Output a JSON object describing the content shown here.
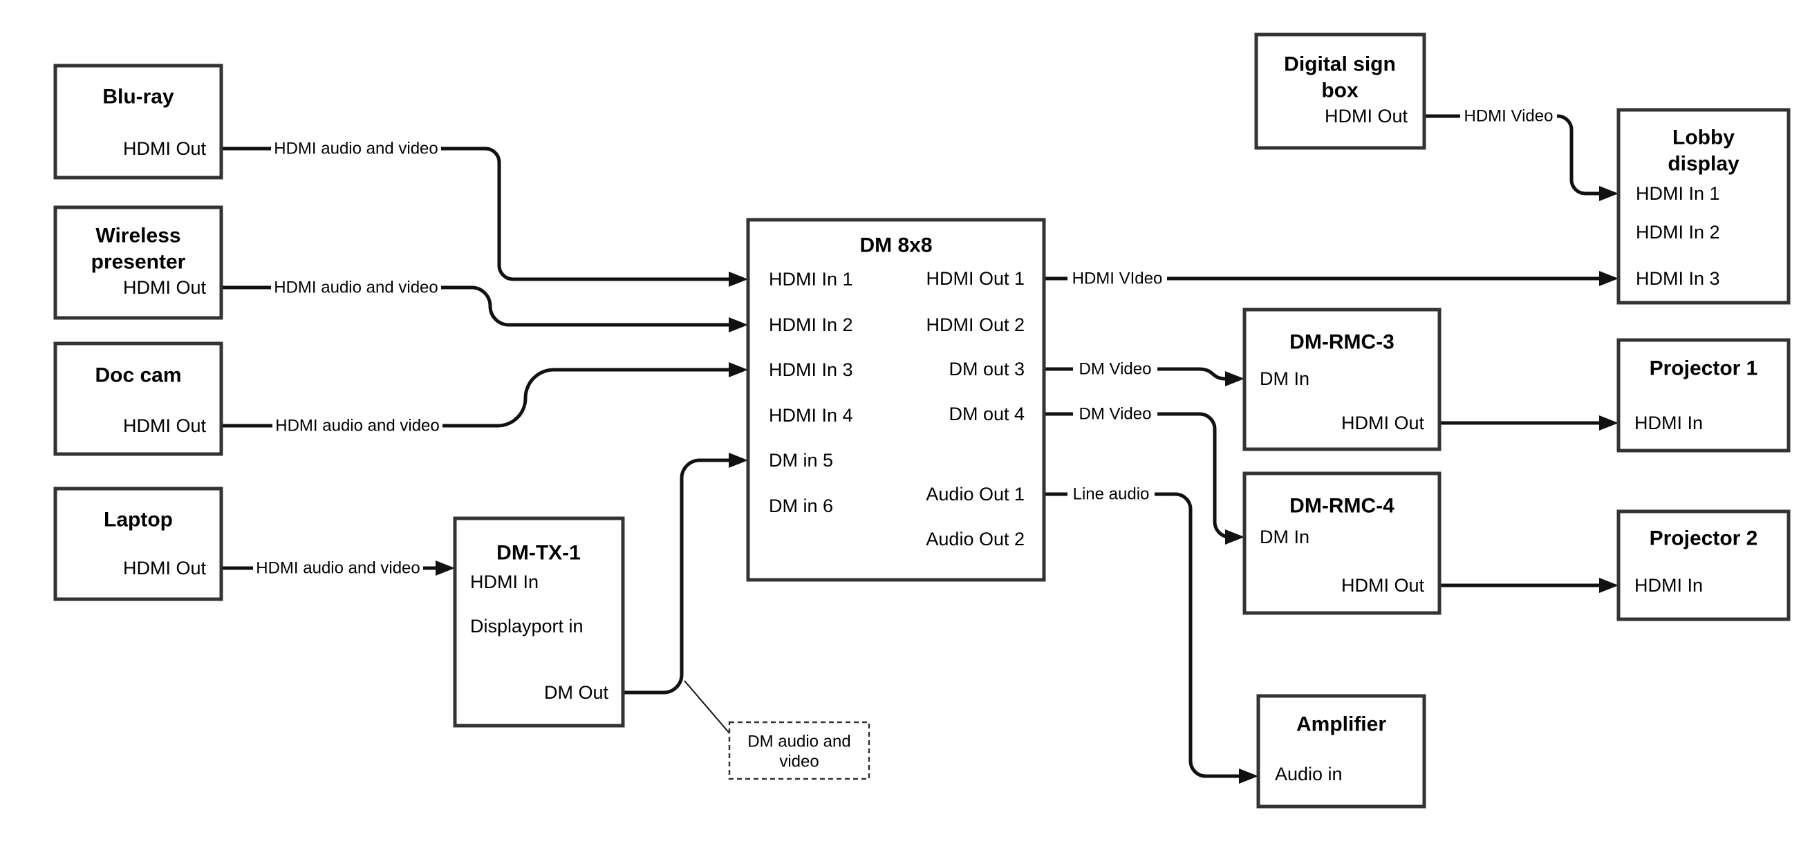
{
  "diagram": {
    "nodes": {
      "bluray": {
        "title": "Blu-ray",
        "port_hdmi_out": "HDMI Out"
      },
      "wireless": {
        "title_line1": "Wireless",
        "title_line2": "presenter",
        "port_hdmi_out": "HDMI Out"
      },
      "doccam": {
        "title": "Doc cam",
        "port_hdmi_out": "HDMI Out"
      },
      "laptop": {
        "title": "Laptop",
        "port_hdmi_out": "HDMI Out"
      },
      "dmtx1": {
        "title": "DM-TX-1",
        "port_hdmi_in": "HDMI In",
        "port_displayport_in": "Displayport in",
        "port_dm_out": "DM Out"
      },
      "dm8x8": {
        "title": "DM 8x8",
        "inputs": [
          "HDMI In 1",
          "HDMI In 2",
          "HDMI In 3",
          "HDMI In 4",
          "DM in 5",
          "DM in 6"
        ],
        "outputs": [
          "HDMI Out 1",
          "HDMI Out 2",
          "DM out 3",
          "DM out 4",
          "Audio Out 1",
          "Audio Out 2"
        ]
      },
      "digital_sign": {
        "title_line1": "Digital sign",
        "title_line2": "box",
        "port_hdmi_out": "HDMI Out"
      },
      "lobby": {
        "title_line1": "Lobby",
        "title_line2": "display",
        "inputs": [
          "HDMI In 1",
          "HDMI In 2",
          "HDMI In 3"
        ]
      },
      "dmrmc3": {
        "title": "DM-RMC-3",
        "port_dm_in": "DM In",
        "port_hdmi_out": "HDMI Out"
      },
      "projector1": {
        "title": "Projector 1",
        "port_hdmi_in": "HDMI In"
      },
      "dmrmc4": {
        "title": "DM-RMC-4",
        "port_dm_in": "DM In",
        "port_hdmi_out": "HDMI Out"
      },
      "projector2": {
        "title": "Projector 2",
        "port_hdmi_in": "HDMI In"
      },
      "amplifier": {
        "title": "Amplifier",
        "port_audio_in": "Audio in"
      }
    },
    "edge_labels": {
      "hdmi_av": "HDMI audio and video",
      "hdmi_video_out1": "HDMI VIdeo",
      "hdmi_video_sign": "HDMI Video",
      "dm_video": "DM Video",
      "line_audio": "Line audio",
      "note_line1": "DM audio and",
      "note_line2": "video"
    },
    "colors": {
      "line": "#111111",
      "border": "#333333",
      "text": "#000000",
      "canvas": "#ffffff"
    }
  }
}
